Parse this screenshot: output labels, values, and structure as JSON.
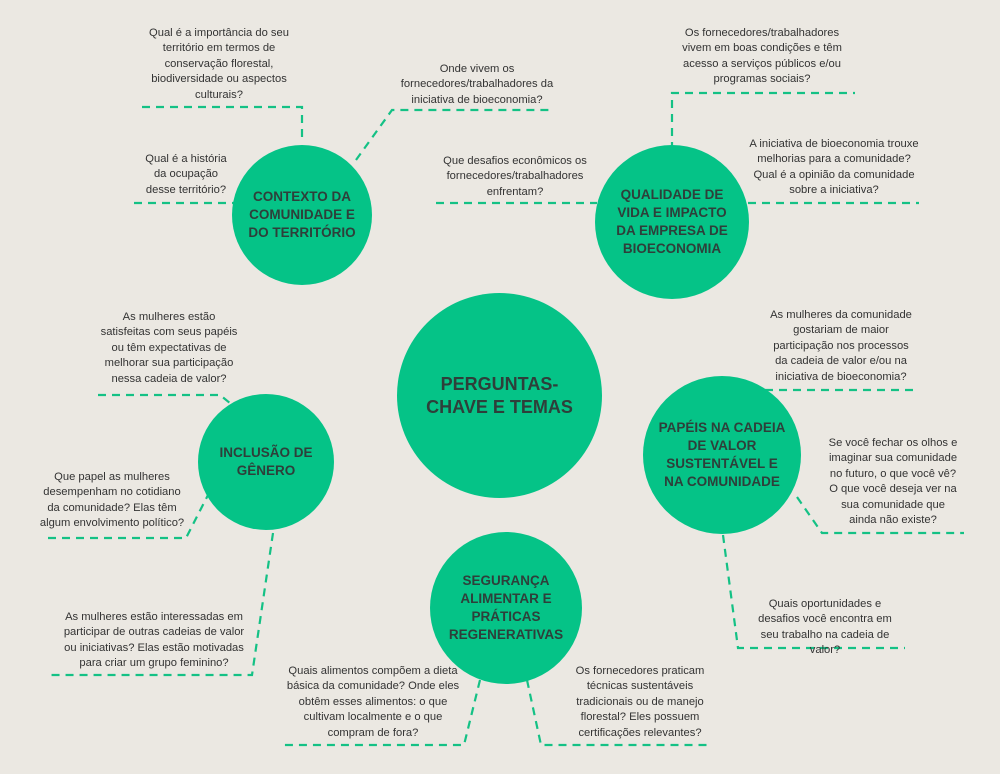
{
  "center": {
    "title": "PERGUNTAS-\nCHAVE E TEMAS"
  },
  "topics": {
    "contexto": {
      "title": "CONTEXTO DA\nCOMUNIDADE E\nDO TERRITÓRIO",
      "questions": [
        "Qual é a importância do seu\nterritório em termos de\nconservação florestal,\nbiodiversidade ou aspectos\nculturais?",
        "Onde vivem os\nfornecedores/trabalhadores da\niniciativa de bioeconomia?",
        "Qual é a história\nda ocupação\ndesse território?"
      ]
    },
    "qualidade": {
      "title": "QUALIDADE DE\nVIDA E IMPACTO\nDA EMPRESA DE\nBIOECONOMIA",
      "questions": [
        "Os fornecedores/trabalhadores\nvivem em boas condições e têm\nacesso a serviços públicos e/ou\nprogramas sociais?",
        "Que desafios econômicos os\nfornecedores/trabalhadores\nenfrentam?",
        "A iniciativa de bioeconomia trouxe\nmelhorias para a comunidade?\nQual é a opinião da comunidade\nsobre a iniciativa?"
      ]
    },
    "genero": {
      "title": "INCLUSÃO DE\nGÊNERO",
      "questions": [
        "As mulheres estão\nsatisfeitas com seus papéis\nou têm expectativas de\nmelhorar sua participação\nnessa cadeia de valor?",
        "Que papel as mulheres\ndesempenham no cotidiano\nda comunidade? Elas têm\nalgum envolvimento político?",
        "As mulheres estão interessadas em\nparticipar de outras cadeias de valor\nou iniciativas? Elas estão motivadas\npara criar um grupo feminino?"
      ]
    },
    "papeis": {
      "title": "PAPÉIS NA CADEIA\nDE VALOR\nSUSTENTÁVEL E\nNA COMUNIDADE",
      "questions": [
        "As mulheres da comunidade\ngostariam de maior\nparticipação nos processos\nda cadeia de valor e/ou na\niniciativa de bioeconomia?",
        "Se você fechar os olhos e\nimaginar sua comunidade\nno futuro, o que você vê?\nO que você deseja ver na\nsua comunidade que\nainda não existe?",
        "Quais oportunidades e\ndesafios você encontra em\nseu trabalho na cadeia de\nvalor?"
      ]
    },
    "seguranca": {
      "title": "SEGURANÇA\nALIMENTAR E\nPRÁTICAS\nREGENERATIVAS",
      "questions": [
        "Quais alimentos compõem a dieta\nbásica da comunidade? Onde eles\nobtêm esses alimentos: o que\ncultivam localmente e o que\ncompram de fora?",
        "Os fornecedores praticam\ntécnicas sustentáveis\ntradicionais ou de manejo\nflorestal? Eles possuem\ncertificações relevantes?"
      ]
    }
  },
  "colors": {
    "accent": "#05c387",
    "line": "#14c185",
    "background": "#ebe8e2",
    "text": "#333333"
  }
}
